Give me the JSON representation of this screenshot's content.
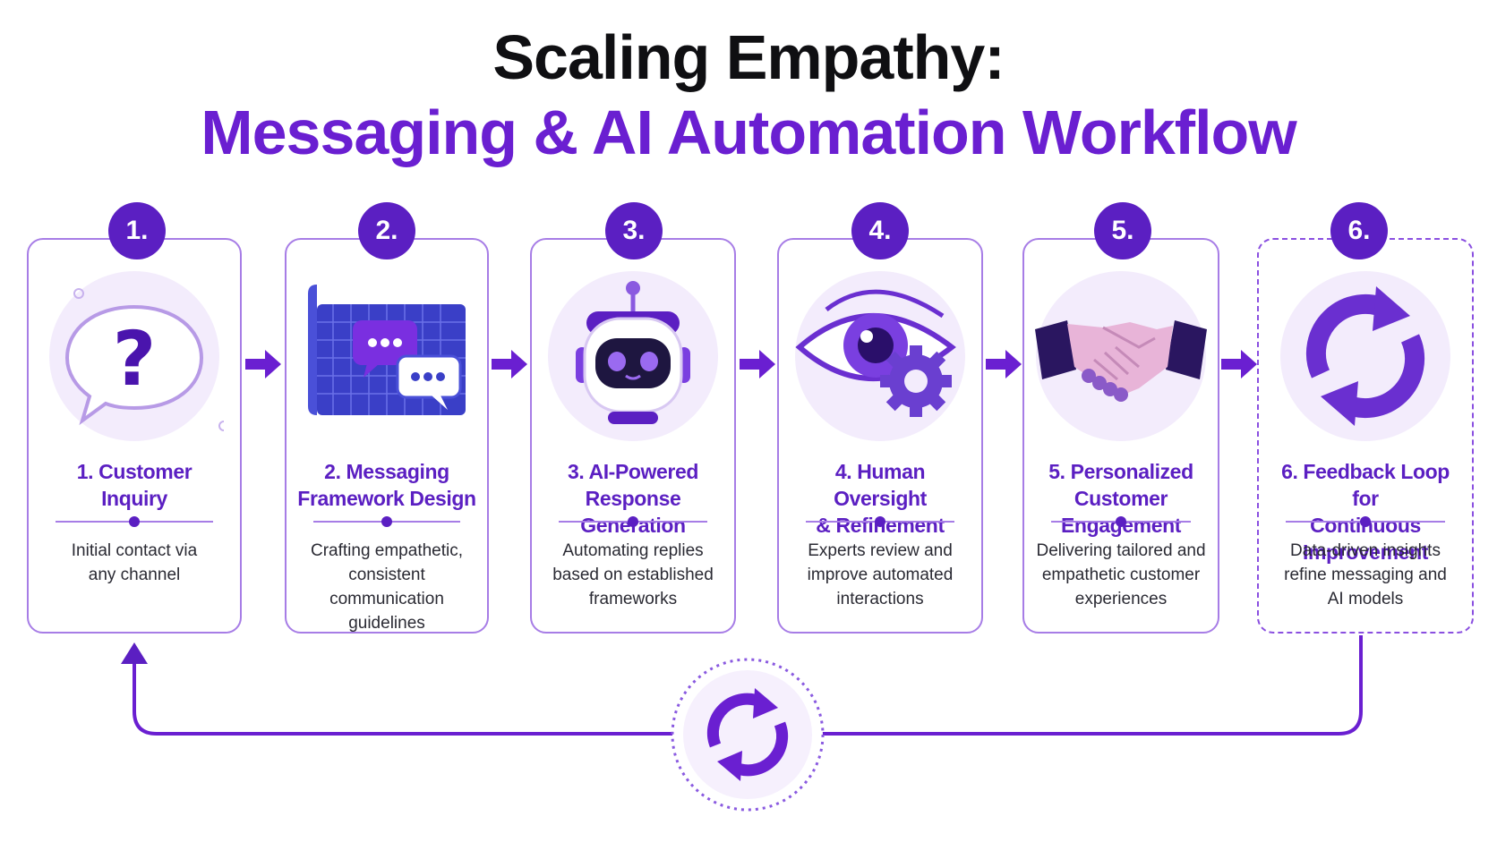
{
  "title": {
    "line1": "Scaling Empathy:",
    "line2": "Messaging & AI Automation Workflow"
  },
  "colors": {
    "primary": "#5b1fc2",
    "accent": "#6a1fd1",
    "card_border": "#a77de6",
    "text_dark": "#2a2a33"
  },
  "steps": [
    {
      "badge": "1.",
      "title_line1": "1. Customer",
      "title_line2": "Inquiry",
      "desc_line1": "Initial contact via",
      "desc_line2": "any channel",
      "desc_line3": "",
      "icon": "question-speech-bubble-icon"
    },
    {
      "badge": "2.",
      "title_line1": "2. Messaging",
      "title_line2": "Framework Design",
      "desc_line1": "Crafting empathetic,",
      "desc_line2": "consistent communication",
      "desc_line3": "guidelines",
      "icon": "blueprint-chat-bubbles-icon"
    },
    {
      "badge": "3.",
      "title_line1": "3. AI-Powered",
      "title_line2": "Response Generation",
      "desc_line1": "Automating replies",
      "desc_line2": "based on established",
      "desc_line3": "frameworks",
      "icon": "robot-icon"
    },
    {
      "badge": "4.",
      "title_line1": "4. Human Oversight",
      "title_line2": "& Refinement",
      "desc_line1": "Experts review and",
      "desc_line2": "improve automated",
      "desc_line3": "interactions",
      "icon": "eye-gear-icon"
    },
    {
      "badge": "5.",
      "title_line1": "5. Personalized",
      "title_line2": "Customer Engagement",
      "desc_line1": "Delivering tailored and",
      "desc_line2": "empathetic customer",
      "desc_line3": "experiences",
      "icon": "handshake-icon"
    },
    {
      "badge": "6.",
      "title_line1": "6. Feedback Loop for",
      "title_line2": "Continuous Improvement",
      "desc_line1": "Data-driven insights",
      "desc_line2": "refine messaging and",
      "desc_line3": "AI models",
      "icon": "refresh-cycle-icon"
    }
  ],
  "loop": {
    "icon": "refresh-cycle-icon"
  }
}
